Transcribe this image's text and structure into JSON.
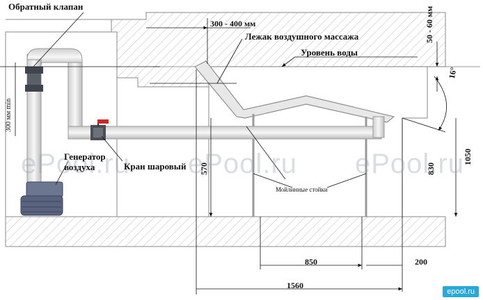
{
  "labels": {
    "check_valve": "Обратный клапан",
    "range_300_400": "300 - 400 мм",
    "bench": "Лежак воздушного массажа",
    "water_level": "Уровень воды",
    "gap_50_60": "50 - 60 мм",
    "angle": "16°",
    "min_300": "300 мм min",
    "generator_line1": "Генератор",
    "generator_line2": "воздуха",
    "ball_valve": "Кран шаровый",
    "h_570": "570",
    "h_830": "830",
    "h_1050": "1050",
    "posts": "Мойлинные стойки",
    "w_850": "850",
    "w_200": "200",
    "w_1560": "1560"
  },
  "watermarks": [
    "ePool.ru",
    "ePool.ru",
    "ePool.ru"
  ],
  "brand": "epool.ru",
  "colors": {
    "hatch": "#b9b9b9",
    "pipe": "#e9e9e9",
    "pipe_stroke": "#9a9a9a",
    "generator": "#6b7690",
    "valve_red": "#cc2a2a",
    "check_valve": "#444a52"
  }
}
